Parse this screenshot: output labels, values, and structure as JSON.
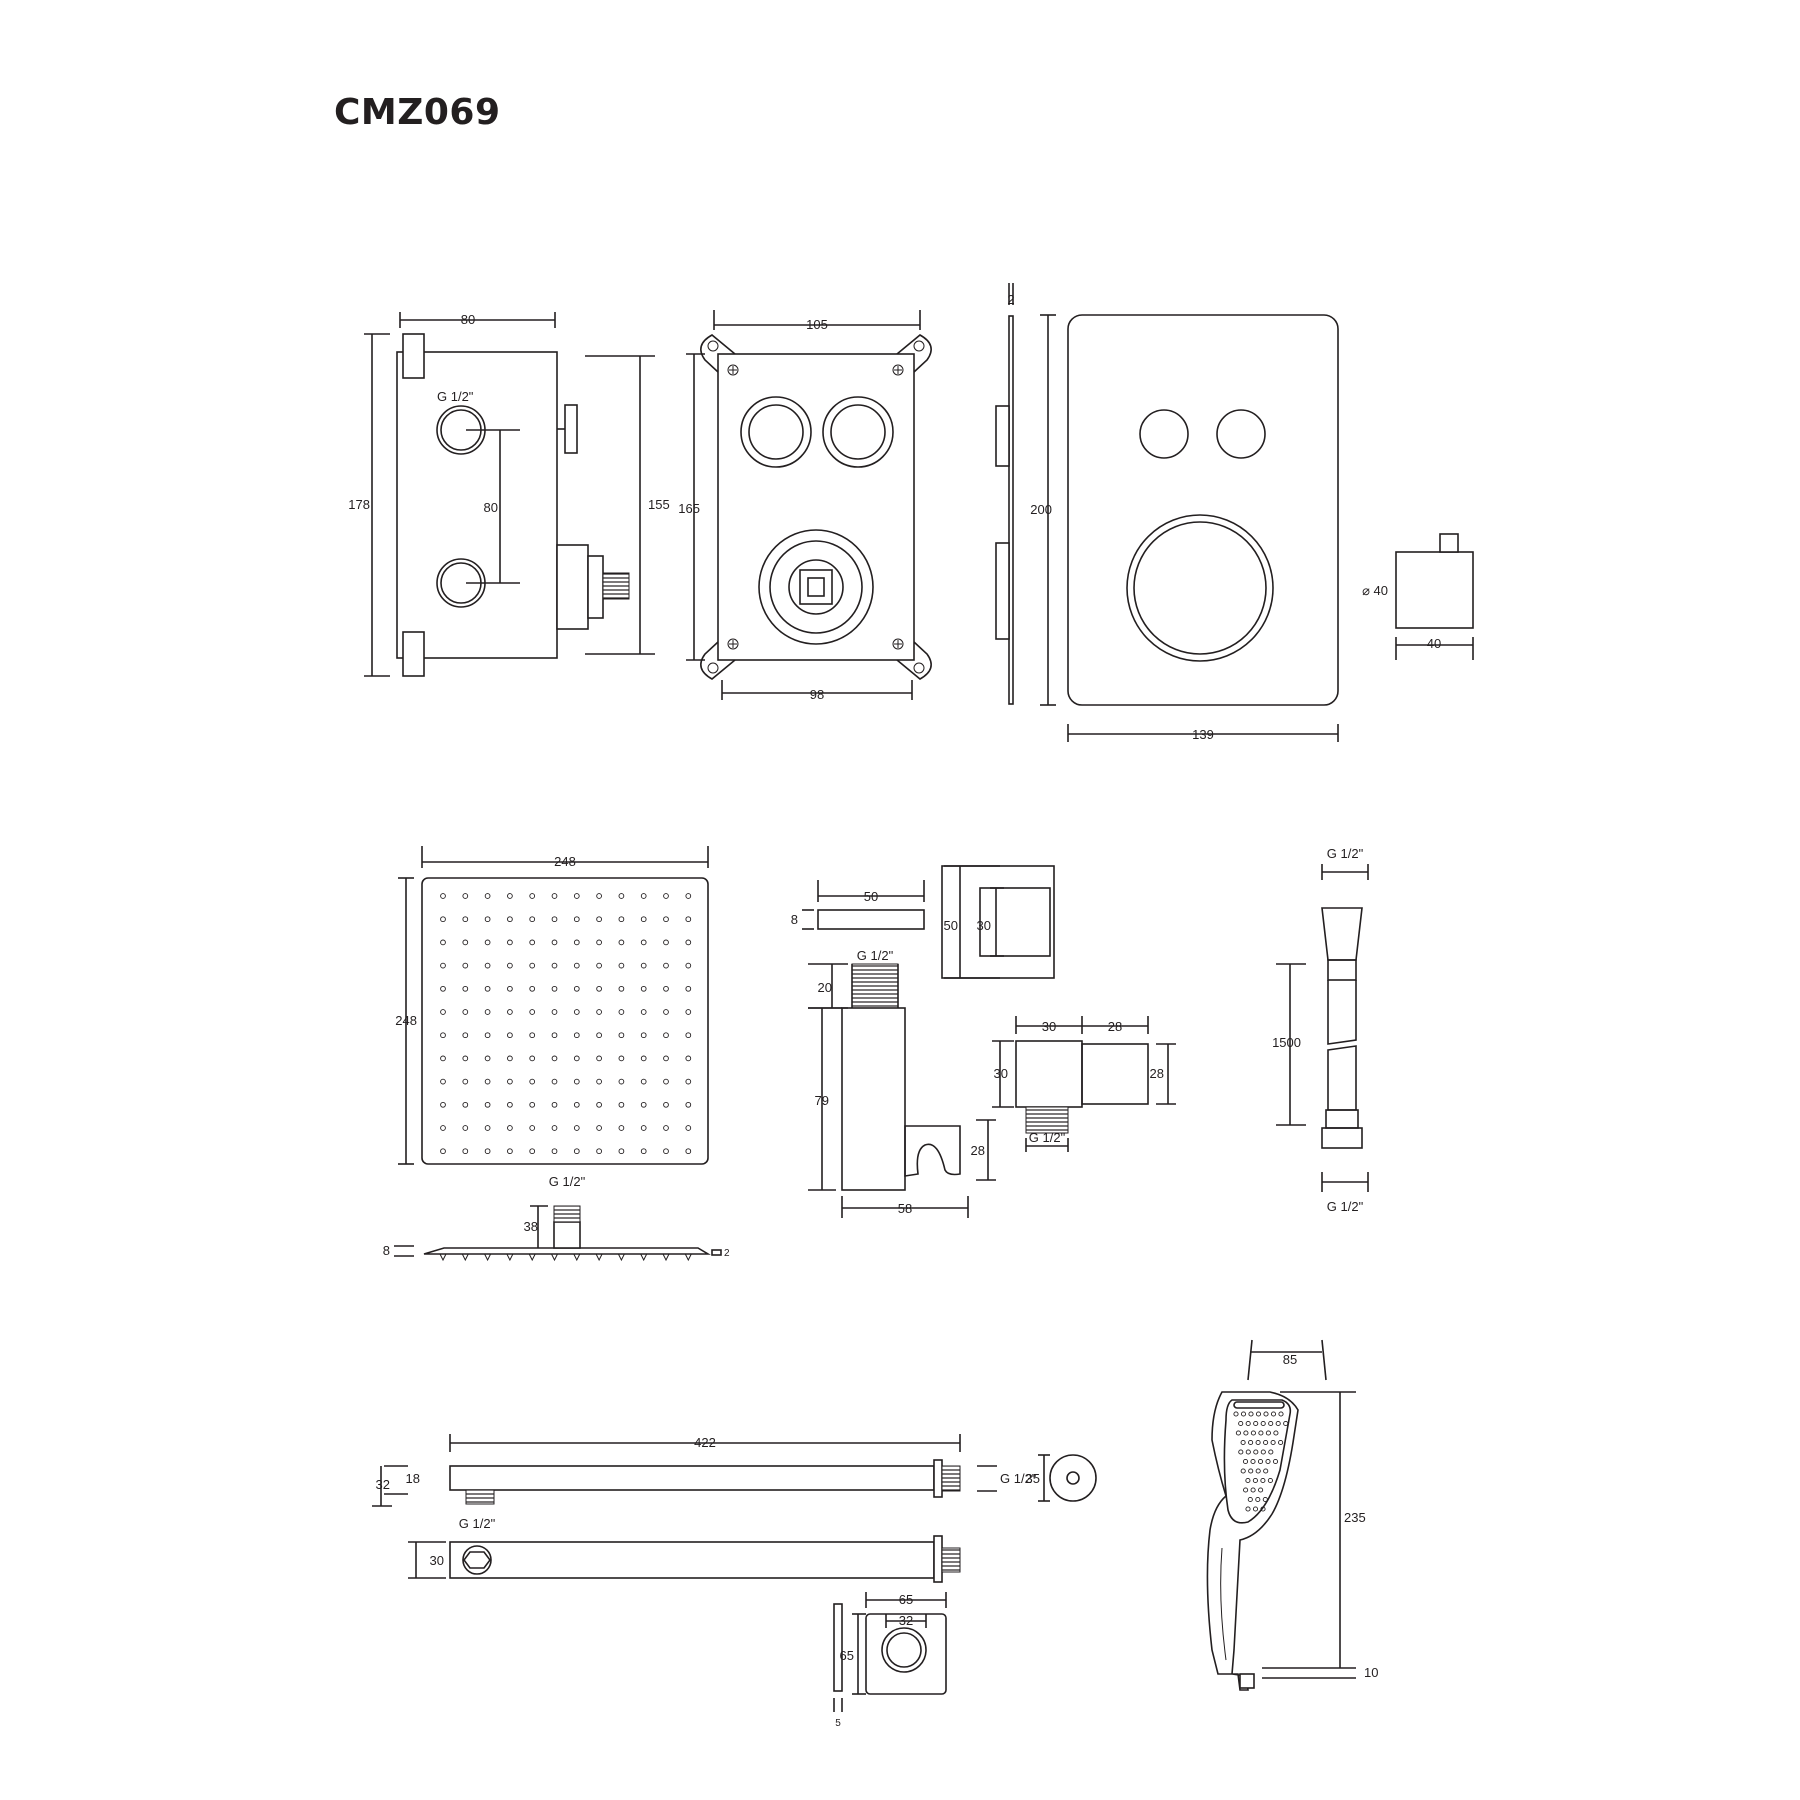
{
  "title": "CMZ069",
  "colors": {
    "line": "#231f20",
    "background": "#ffffff"
  },
  "valve_box_side": {
    "width": "80",
    "height": "178",
    "inlet_spacing": "80",
    "body_height": "155",
    "inlet_thread": "G 1/2\""
  },
  "valve_box_front": {
    "width": "105",
    "height": "165",
    "base_width": "98"
  },
  "cover_plate": {
    "thickness": "2",
    "height": "200",
    "width": "139"
  },
  "knob": {
    "diameter": "⌀ 40",
    "depth": "40"
  },
  "shower_head": {
    "width": "248",
    "height": "248",
    "thread": "G 1/2\"",
    "neck": "38",
    "thickness": "8",
    "edge": "2"
  },
  "wall_bracket": {
    "plate_width": "50",
    "plate_thickness": "8",
    "thread": "G 1/2\"",
    "thread_length": "20",
    "body_height": "79",
    "base_width": "58",
    "hook_height": "28",
    "square_outer": "50",
    "square_inner": "30"
  },
  "wall_outlet": {
    "body_width": "30",
    "nut_width": "28",
    "body_height": "30",
    "nut_height": "28",
    "thread": "G 1/2\""
  },
  "hose": {
    "top_thread": "G 1/2\"",
    "length": "1500",
    "bottom_thread": "G 1/2\""
  },
  "shower_arm": {
    "length": "422",
    "height_total": "32",
    "tube": "18",
    "thread_end": "G 1/2\"",
    "flange_diameter": "35",
    "bottom_thread": "G 1/2\"",
    "width": "30"
  },
  "arm_flange": {
    "width": "65",
    "inner": "32",
    "height": "65",
    "thickness": "5"
  },
  "hand_shower": {
    "head_width": "85",
    "length": "235",
    "tip": "10"
  }
}
